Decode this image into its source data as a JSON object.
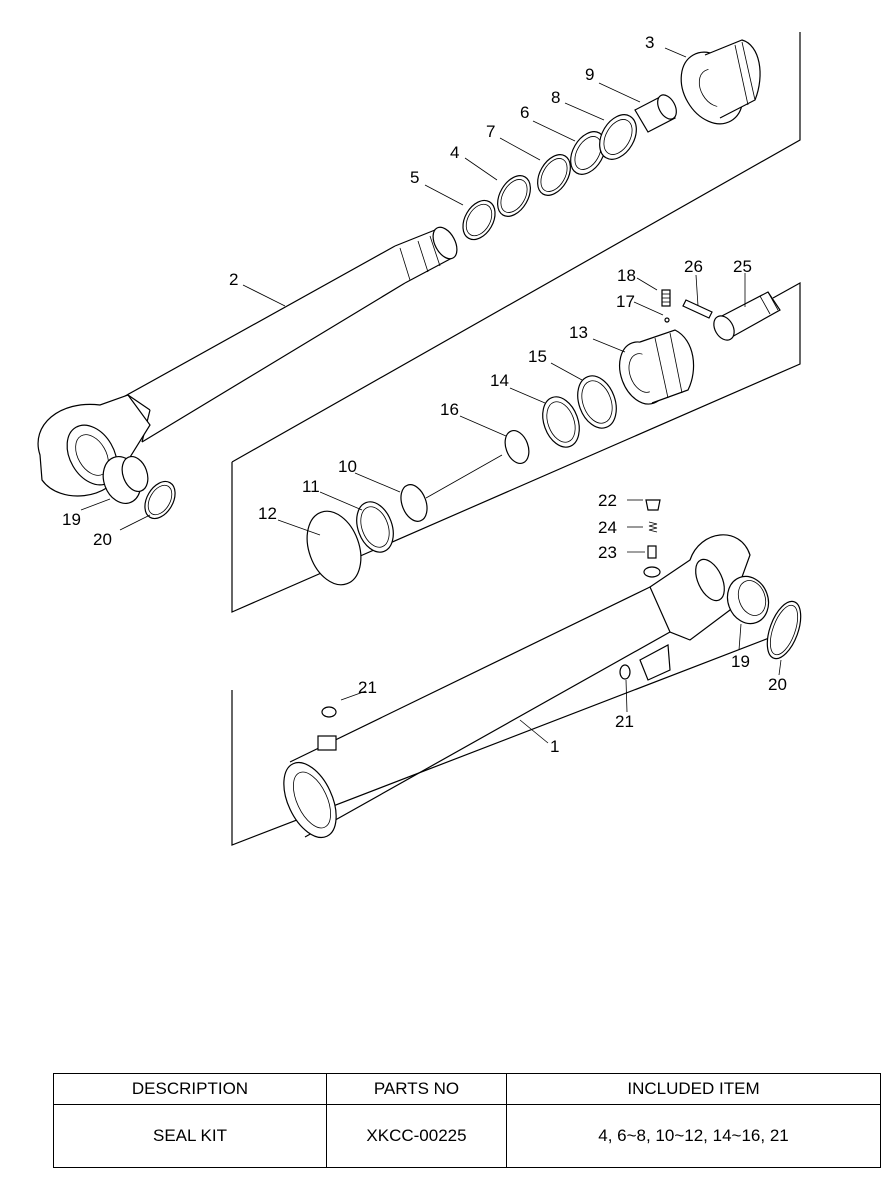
{
  "callouts": {
    "p1": "1",
    "p2": "2",
    "p3": "3",
    "p4": "4",
    "p5": "5",
    "p6": "6",
    "p7": "7",
    "p8": "8",
    "p9": "9",
    "p10": "10",
    "p11": "11",
    "p12": "12",
    "p13": "13",
    "p14": "14",
    "p15": "15",
    "p16": "16",
    "p17": "17",
    "p18": "18",
    "p19a": "19",
    "p19b": "19",
    "p20a": "20",
    "p20b": "20",
    "p21a": "21",
    "p21b": "21",
    "p22": "22",
    "p23": "23",
    "p24": "24",
    "p25": "25",
    "p26": "26"
  },
  "table": {
    "headers": [
      "DESCRIPTION",
      "PARTS NO",
      "INCLUDED ITEM"
    ],
    "rows": [
      [
        "SEAL KIT",
        "XKCC-00225",
        "4, 6~8, 10~12, 14~16, 21"
      ]
    ]
  }
}
